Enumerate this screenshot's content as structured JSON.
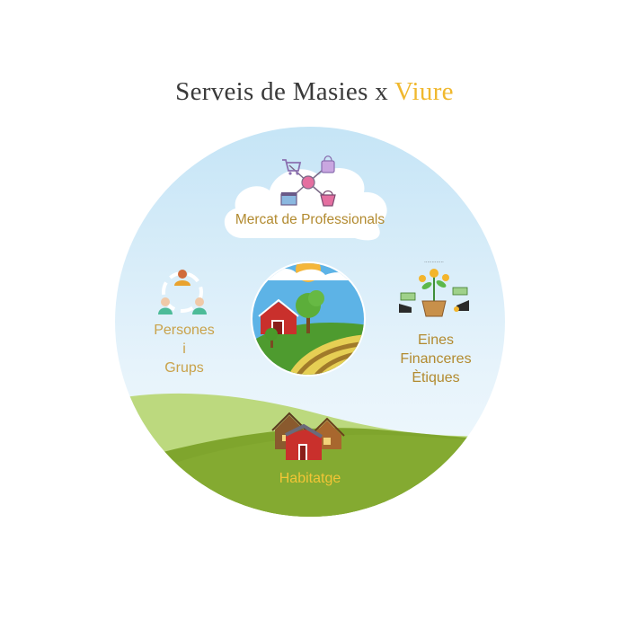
{
  "title": {
    "main": "Serveis de Masies x ",
    "accent": "Viure"
  },
  "nodes": {
    "mercat": {
      "label": "Mercat de Professionals"
    },
    "persones": {
      "lines": [
        "Persones",
        "i",
        "Grups"
      ]
    },
    "eines": {
      "lines": [
        "Eines",
        "Financeres",
        "Ètiques"
      ]
    },
    "habitatge": {
      "label": "Habitatge"
    }
  },
  "colors": {
    "sky_top": "#c8e6f6",
    "hill_light": "#b7d878",
    "hill_dark": "#7ea32b",
    "label_gold": "#b28a2f",
    "label_yellow": "#f2c536",
    "accent": "#f0b82e"
  },
  "icons": {
    "mercat": "shopping-network-icon",
    "persones": "people-network-icon",
    "eines": "crowdfunding-money-icon",
    "habitatge": "houses-icon",
    "center": "farm-landscape-icon"
  }
}
